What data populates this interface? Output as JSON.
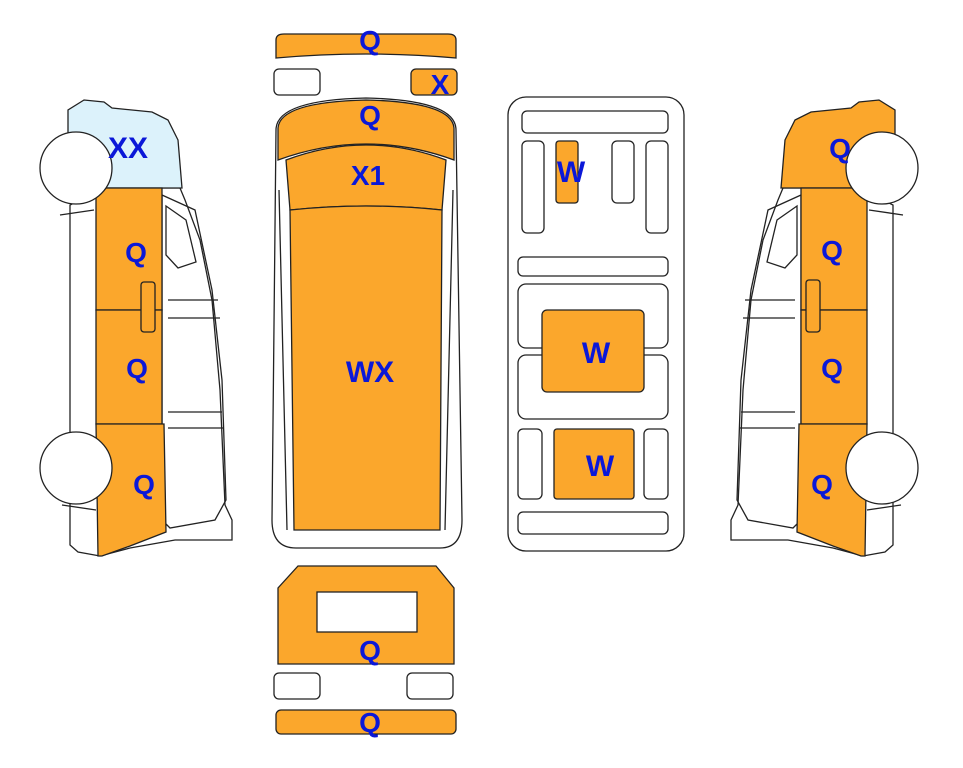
{
  "colors": {
    "filled": "#fba72c",
    "light": "#dcf2fb",
    "outline": "#222222",
    "label": "#0b18d8",
    "empty": "#ffffff"
  },
  "labels": {
    "front_bumper_top": "Q",
    "left_headlight": "",
    "right_headlight": "X",
    "hood": "Q",
    "windshield": "X1",
    "roof": "WX",
    "rear_door": "Q",
    "rear_bumper": "Q",
    "left_front_fender": "XX",
    "left_front_door": "Q",
    "left_slide_door": "Q",
    "left_rear_quarter": "Q",
    "right_front_fender": "Q",
    "right_front_door": "Q",
    "right_slide_door": "Q",
    "right_rear_quarter": "Q",
    "interior_front_seat": "W",
    "interior_middle_seat": "W",
    "interior_rear_seat": "W"
  }
}
